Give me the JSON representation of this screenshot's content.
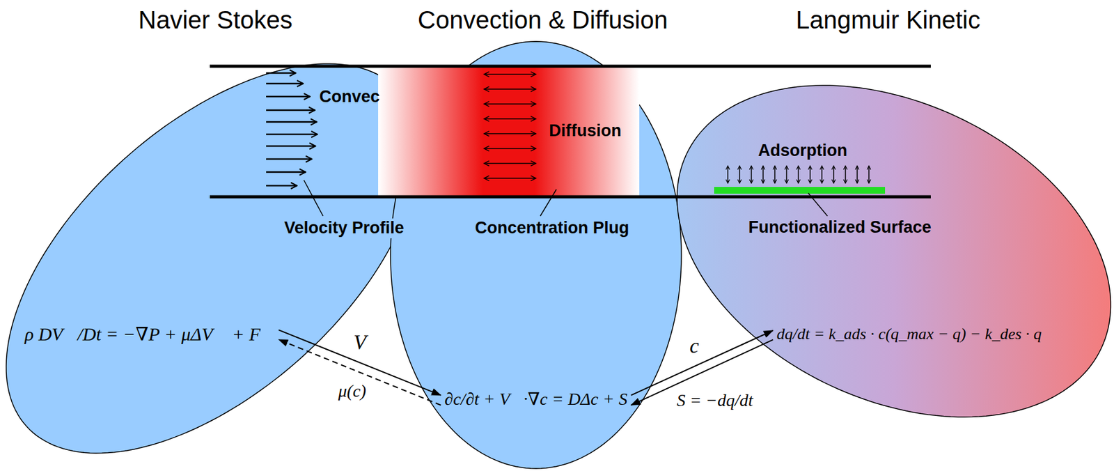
{
  "diagram": {
    "nodes": [
      {
        "text": [
          "Navier Stokes",
          "ρ DV⃗/Dt = −∇P + μΔV⃗ + F⃗"
        ]
      },
      {
        "text": [
          "Convection & Diffusion",
          "∂c/∂t + V⃗·∇c = DΔc + S"
        ]
      },
      {
        "text": [
          "Langmuir Kinetic",
          "dq/dt = k_ads · c(q_max − q) − k_des · q"
        ]
      }
    ],
    "edges": [
      {
        "from": 0,
        "to": 1,
        "arrow": "to",
        "label": "V⃗"
      },
      {
        "from": 1,
        "to": 0,
        "arrow": "to",
        "label": "μ(c)"
      },
      {
        "from": 1,
        "to": 2,
        "arrow": "to",
        "label": "c"
      },
      {
        "from": 2,
        "to": 1,
        "arrow": "to",
        "label": "S = −dq/dt"
      }
    ],
    "labels": [
      "Convec",
      "Diffusion",
      "Adsorption",
      "Velocity Profile",
      "Concentration Plug",
      "Functionalized Surface"
    ]
  }
}
